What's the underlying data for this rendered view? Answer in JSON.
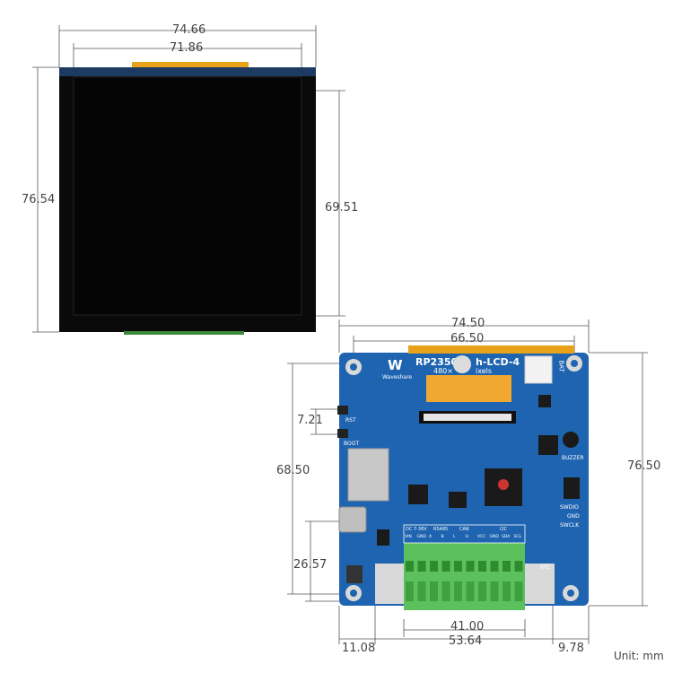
{
  "dimensions": {
    "lcd_outer_width": "74.66",
    "lcd_active_width": "71.86",
    "lcd_height": "76.54",
    "lcd_active_height": "69.51",
    "board_width": "74.50",
    "board_fpc_width": "66.50",
    "board_height": "76.50",
    "board_left_height": "68.50",
    "button_spacing": "7.21",
    "usb_height": "26.57",
    "terminal_width": "41.00",
    "terminal_span": "53.64",
    "left_offset": "11.08",
    "right_offset": "9.78"
  },
  "unit_label": "Unit: mm",
  "board": {
    "name_left": "RP2350-",
    "name_right": "h-LCD-4",
    "resolution": "480×",
    "resolution_right": "ixels",
    "brand": "Waveshare",
    "bat": "BAT",
    "rst": "RST",
    "boot": "BOOT",
    "buzzer": "BUZZER",
    "gnd": "GND",
    "swdio": "SWDIO",
    "swclk": "SWCLK",
    "rtc": "RTC",
    "rs485": "RS485",
    "can": "CAN",
    "i2c": "I2C",
    "dc": "DC 7-36V",
    "terminal_labels": [
      "VIN",
      "GND",
      "A",
      "B",
      "L",
      "H",
      "VCC",
      "GND",
      "SDA",
      "SCL"
    ]
  },
  "colors": {
    "pcb": "#1f64b0",
    "lcd": "#0a0a0a",
    "terminal": "#5cc05c",
    "fpc": "#e8a21a"
  }
}
